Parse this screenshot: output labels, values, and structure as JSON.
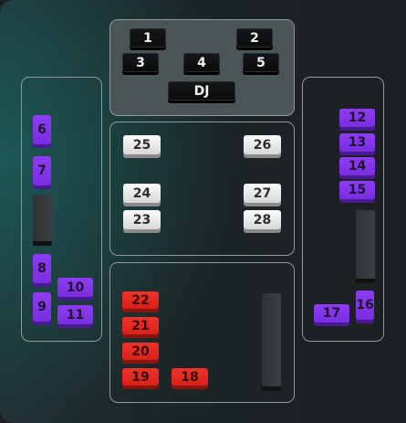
{
  "layout": {
    "stage_seats": [
      "1",
      "2",
      "3",
      "4",
      "5",
      "DJ"
    ],
    "center_seats": [
      "25",
      "26",
      "24",
      "27",
      "23",
      "28"
    ],
    "bottom_seats": [
      "22",
      "21",
      "20",
      "19",
      "18"
    ],
    "left_seats": [
      "6",
      "7",
      "8",
      "9",
      "10",
      "11"
    ],
    "right_seats": [
      "12",
      "13",
      "14",
      "15",
      "16",
      "17"
    ]
  },
  "colors": {
    "background": "#1b1f22",
    "stage_panel": "#4c5556",
    "panel_border": "#8f9a9b",
    "seat_black": "#0a0b0c",
    "seat_white": "#f2f2f2",
    "seat_purple": "#8234ea",
    "seat_red": "#e4261e"
  }
}
